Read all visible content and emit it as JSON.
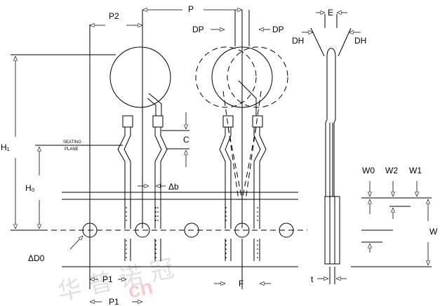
{
  "labels": {
    "p2": "P2",
    "p": "P",
    "dp_left": "DP",
    "dp_right": "DP",
    "e": "E",
    "dh_left": "DH",
    "dh_right": "DH",
    "h1": "H₁",
    "h0": "H₀",
    "c": "C",
    "seating": "SEATING",
    "plane": "PLANE",
    "delta_b": "Δb",
    "w0": "W0",
    "w2": "W2",
    "w1": "W1",
    "w": "W",
    "delta_d0": "ΔD0",
    "p1_top": "P1",
    "p1_bottom": "P1",
    "f": "F",
    "t": "t"
  }
}
